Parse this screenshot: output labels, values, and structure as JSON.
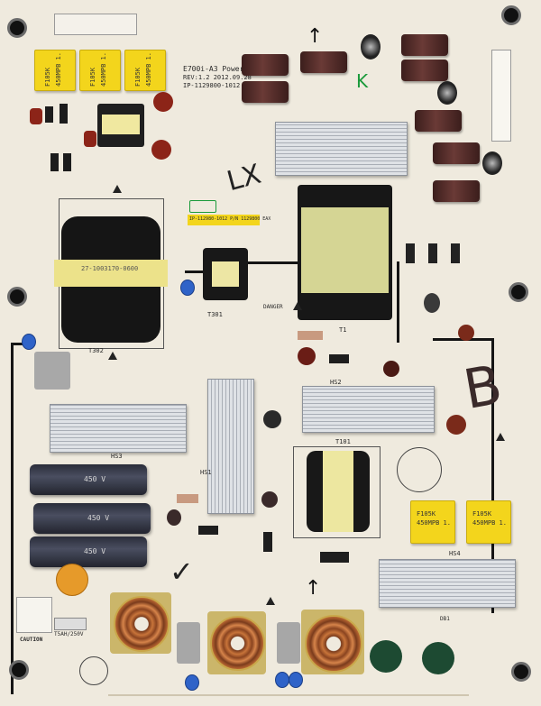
{
  "board": {
    "model": "E700i-A3 Power BD",
    "revision": "REV:1.2  2012.09.28",
    "part_number": "IP-1129800-1012",
    "barcode_label": "IP-112980-1012 P/N 1129800 EAX",
    "top_right_mark": "K",
    "hand_mark_1": "LX",
    "hand_mark_2": "B",
    "checkmark": "✓"
  },
  "labels": {
    "t301": "T301",
    "t302": "T302",
    "t101": "T101",
    "t1": "T1",
    "hs1": "HS1",
    "hs2": "HS2",
    "hs3": "HS3",
    "hs4": "HS4",
    "danger": "DANGER",
    "db1": "DB1",
    "caution": "CAUTION",
    "fuse": "T5AH/250V"
  },
  "yellow_caps": [
    {
      "line1": "F105K",
      "line2": "450MPB 1."
    },
    {
      "line1": "F105K",
      "line2": "450MPB 1."
    },
    {
      "line1": "F105K",
      "line2": "450MPB 1."
    },
    {
      "line1": "F105K",
      "line2": "450MPB 1."
    },
    {
      "line1": "F105K",
      "line2": "450MPB 1."
    }
  ],
  "bulk_caps": [
    {
      "label": "450 V"
    },
    {
      "label": "450 V"
    },
    {
      "label": "450 V"
    }
  ],
  "transformer_tape_text": "27-1003170-0600"
}
